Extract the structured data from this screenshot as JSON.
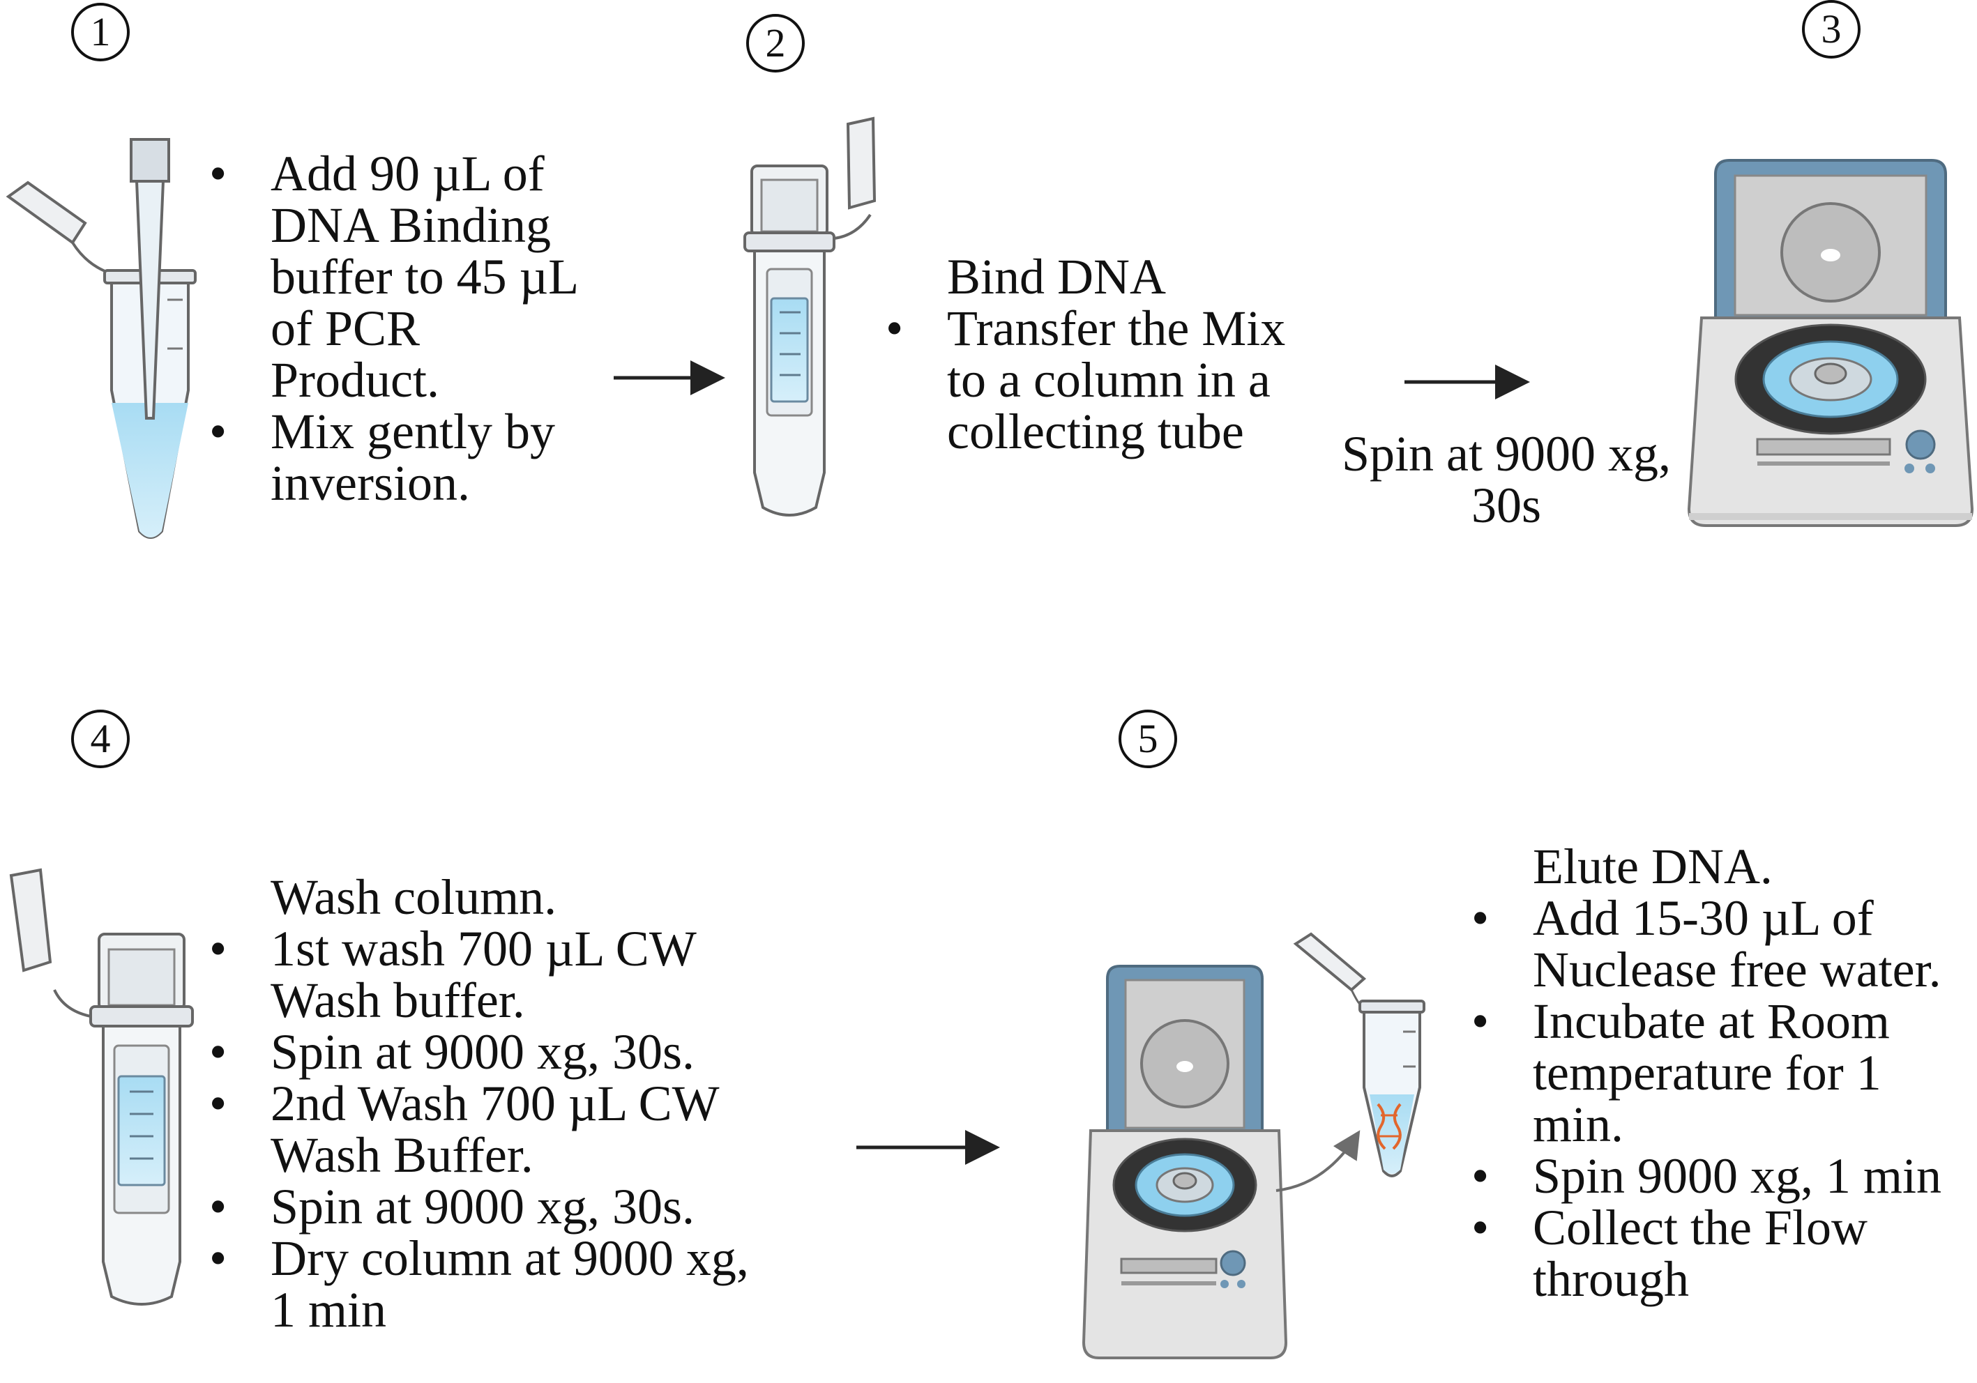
{
  "colors": {
    "liquid": "#bfe3f4",
    "centrifuge_lid": "#6f97b5",
    "centrifuge_body": "#e4e4e4",
    "rotor_tubes": "#8ed0ee",
    "dna_strand": "#e2662c",
    "arrow": "#222222",
    "arrow_grey": "#6d6d6d"
  },
  "steps": [
    {
      "number": "1",
      "icon": "pipette-microtube-icon",
      "bullets": [
        "Add 90 µL of DNA Binding buffer to 45 µL of PCR Product.",
        "Mix gently by inversion."
      ]
    },
    {
      "number": "2",
      "icon": "spin-column-icon",
      "heading": "Bind DNA",
      "bullets": [
        "Transfer the Mix to a column in a collecting tube"
      ]
    },
    {
      "number": "3",
      "icon": "centrifuge-icon",
      "caption": "Spin at 9000 xg, 30s"
    },
    {
      "number": "4",
      "icon": "spin-column-icon",
      "heading": "Wash column.",
      "bullets": [
        "1st wash 700 µL CW Wash buffer.",
        "Spin at 9000 xg, 30s.",
        "2nd Wash 700 µL CW Wash Buffer.",
        "Spin at 9000 xg, 30s.",
        "Dry column at 9000 xg, 1 min"
      ]
    },
    {
      "number": "5",
      "icon": "centrifuge-eluted-tube-icon",
      "heading": "Elute DNA.",
      "bullets": [
        "Add 15-30 µL of Nuclease free water.",
        "Incubate at Room temperature for 1 min.",
        "Spin 9000 xg, 1 min",
        "Collect the Flow through"
      ]
    }
  ]
}
